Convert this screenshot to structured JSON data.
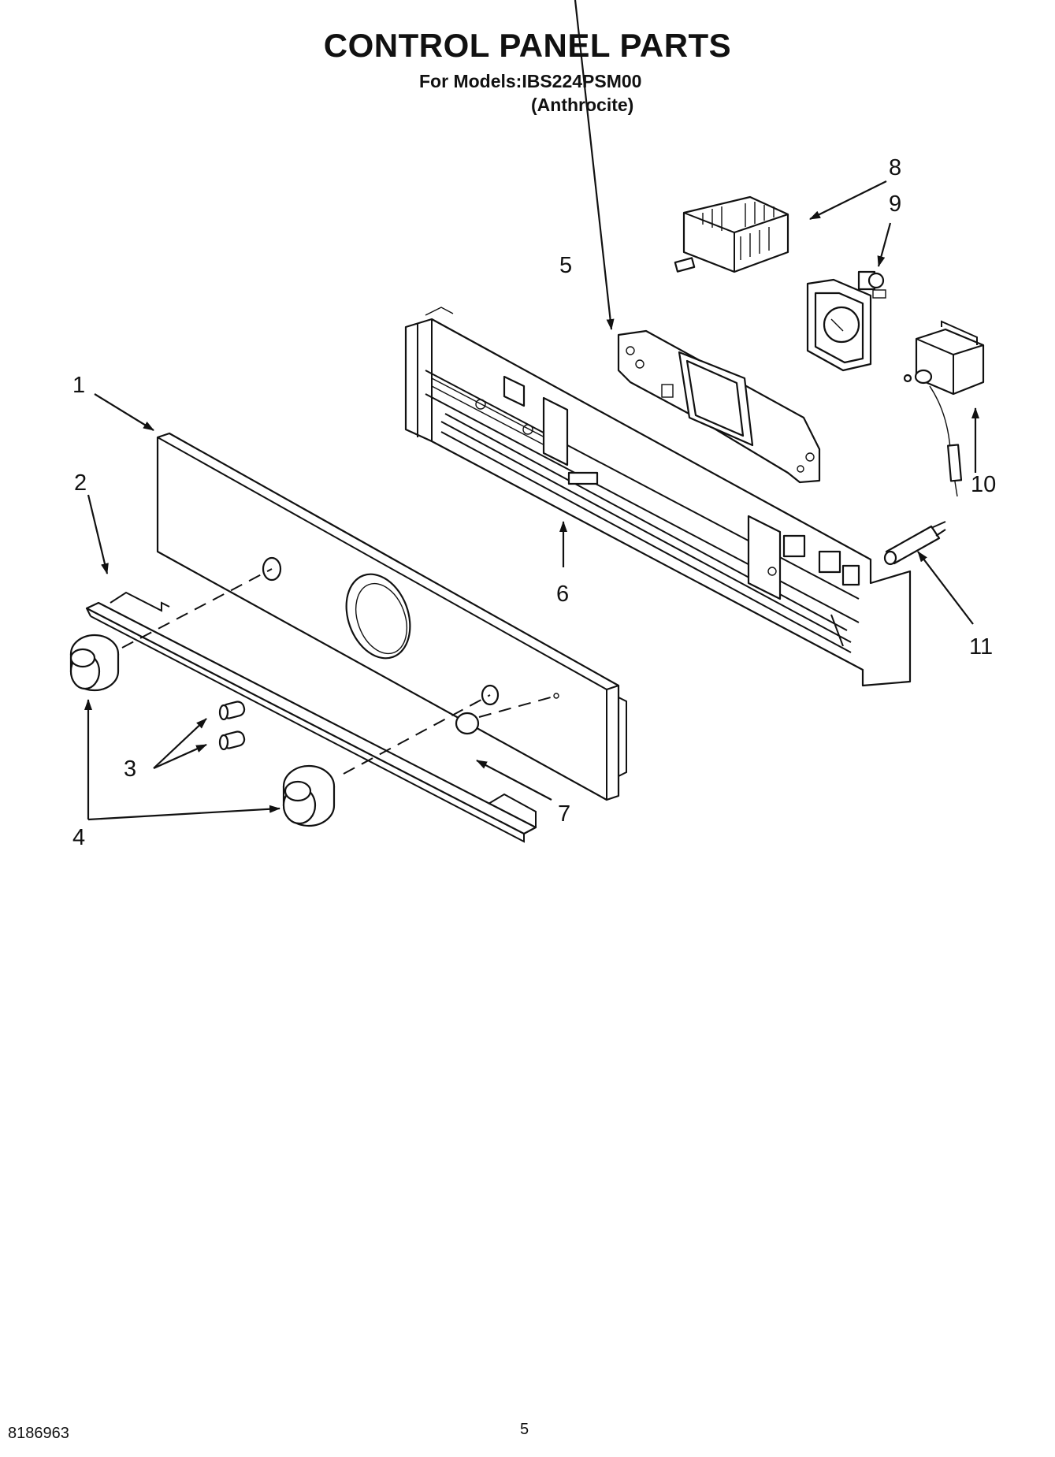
{
  "header": {
    "title": "CONTROL PANEL PARTS",
    "models": "For Models:IBS224PSM00",
    "color": "(Anthrocite)"
  },
  "callouts": [
    "1",
    "2",
    "3",
    "4",
    "5",
    "6",
    "7",
    "8",
    "9",
    "10",
    "11"
  ],
  "footer": {
    "doc_number": "8186963",
    "page_number": "5"
  }
}
